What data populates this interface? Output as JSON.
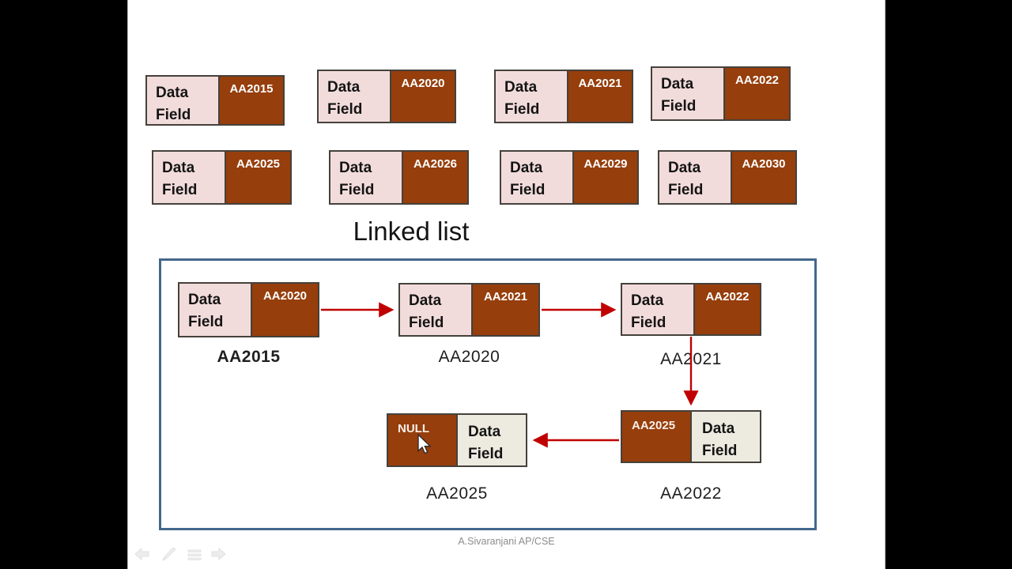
{
  "slide": {
    "title": "Linked list",
    "footer": "A.Sivaranjani AP/CSE"
  },
  "memory_nodes": [
    {
      "data": "Data Field",
      "address": "AA2015"
    },
    {
      "data": "Data Field",
      "address": "AA2020"
    },
    {
      "data": "Data Field",
      "address": "AA2021"
    },
    {
      "data": "Data Field",
      "address": "AA2022"
    },
    {
      "data": "Data Field",
      "address": "AA2025"
    },
    {
      "data": "Data Field",
      "address": "AA2026"
    },
    {
      "data": "Data Field",
      "address": "AA2029"
    },
    {
      "data": "Data Field",
      "address": "AA2030"
    }
  ],
  "linked_list": {
    "nodes": [
      {
        "data": "Data Field",
        "next_pointer": "AA2020",
        "node_address": "AA2015"
      },
      {
        "data": "Data Field",
        "next_pointer": "AA2021",
        "node_address": "AA2020"
      },
      {
        "data": "Data Field",
        "next_pointer": "AA2022",
        "node_address": "AA2021"
      },
      {
        "data": "Data Field",
        "next_pointer": "AA2025",
        "node_address": "AA2022"
      },
      {
        "data": "Data Field",
        "next_pointer": "NULL",
        "node_address": "AA2025"
      }
    ]
  },
  "presenter_toolbar": {
    "prev": "previous-slide",
    "pen": "pen-tool",
    "menu": "slide-menu",
    "next": "next-slide"
  },
  "cursor": {
    "type": "arrow"
  },
  "colors": {
    "node_brown": "#963E0C",
    "node_pink": "#F2DCDB",
    "node_cream": "#EDEBE0",
    "arrow_red": "#C00000",
    "frame_border_blue": "#44678C",
    "footer_gray": "#8C8C8C",
    "letterbox_black": "#000000"
  }
}
